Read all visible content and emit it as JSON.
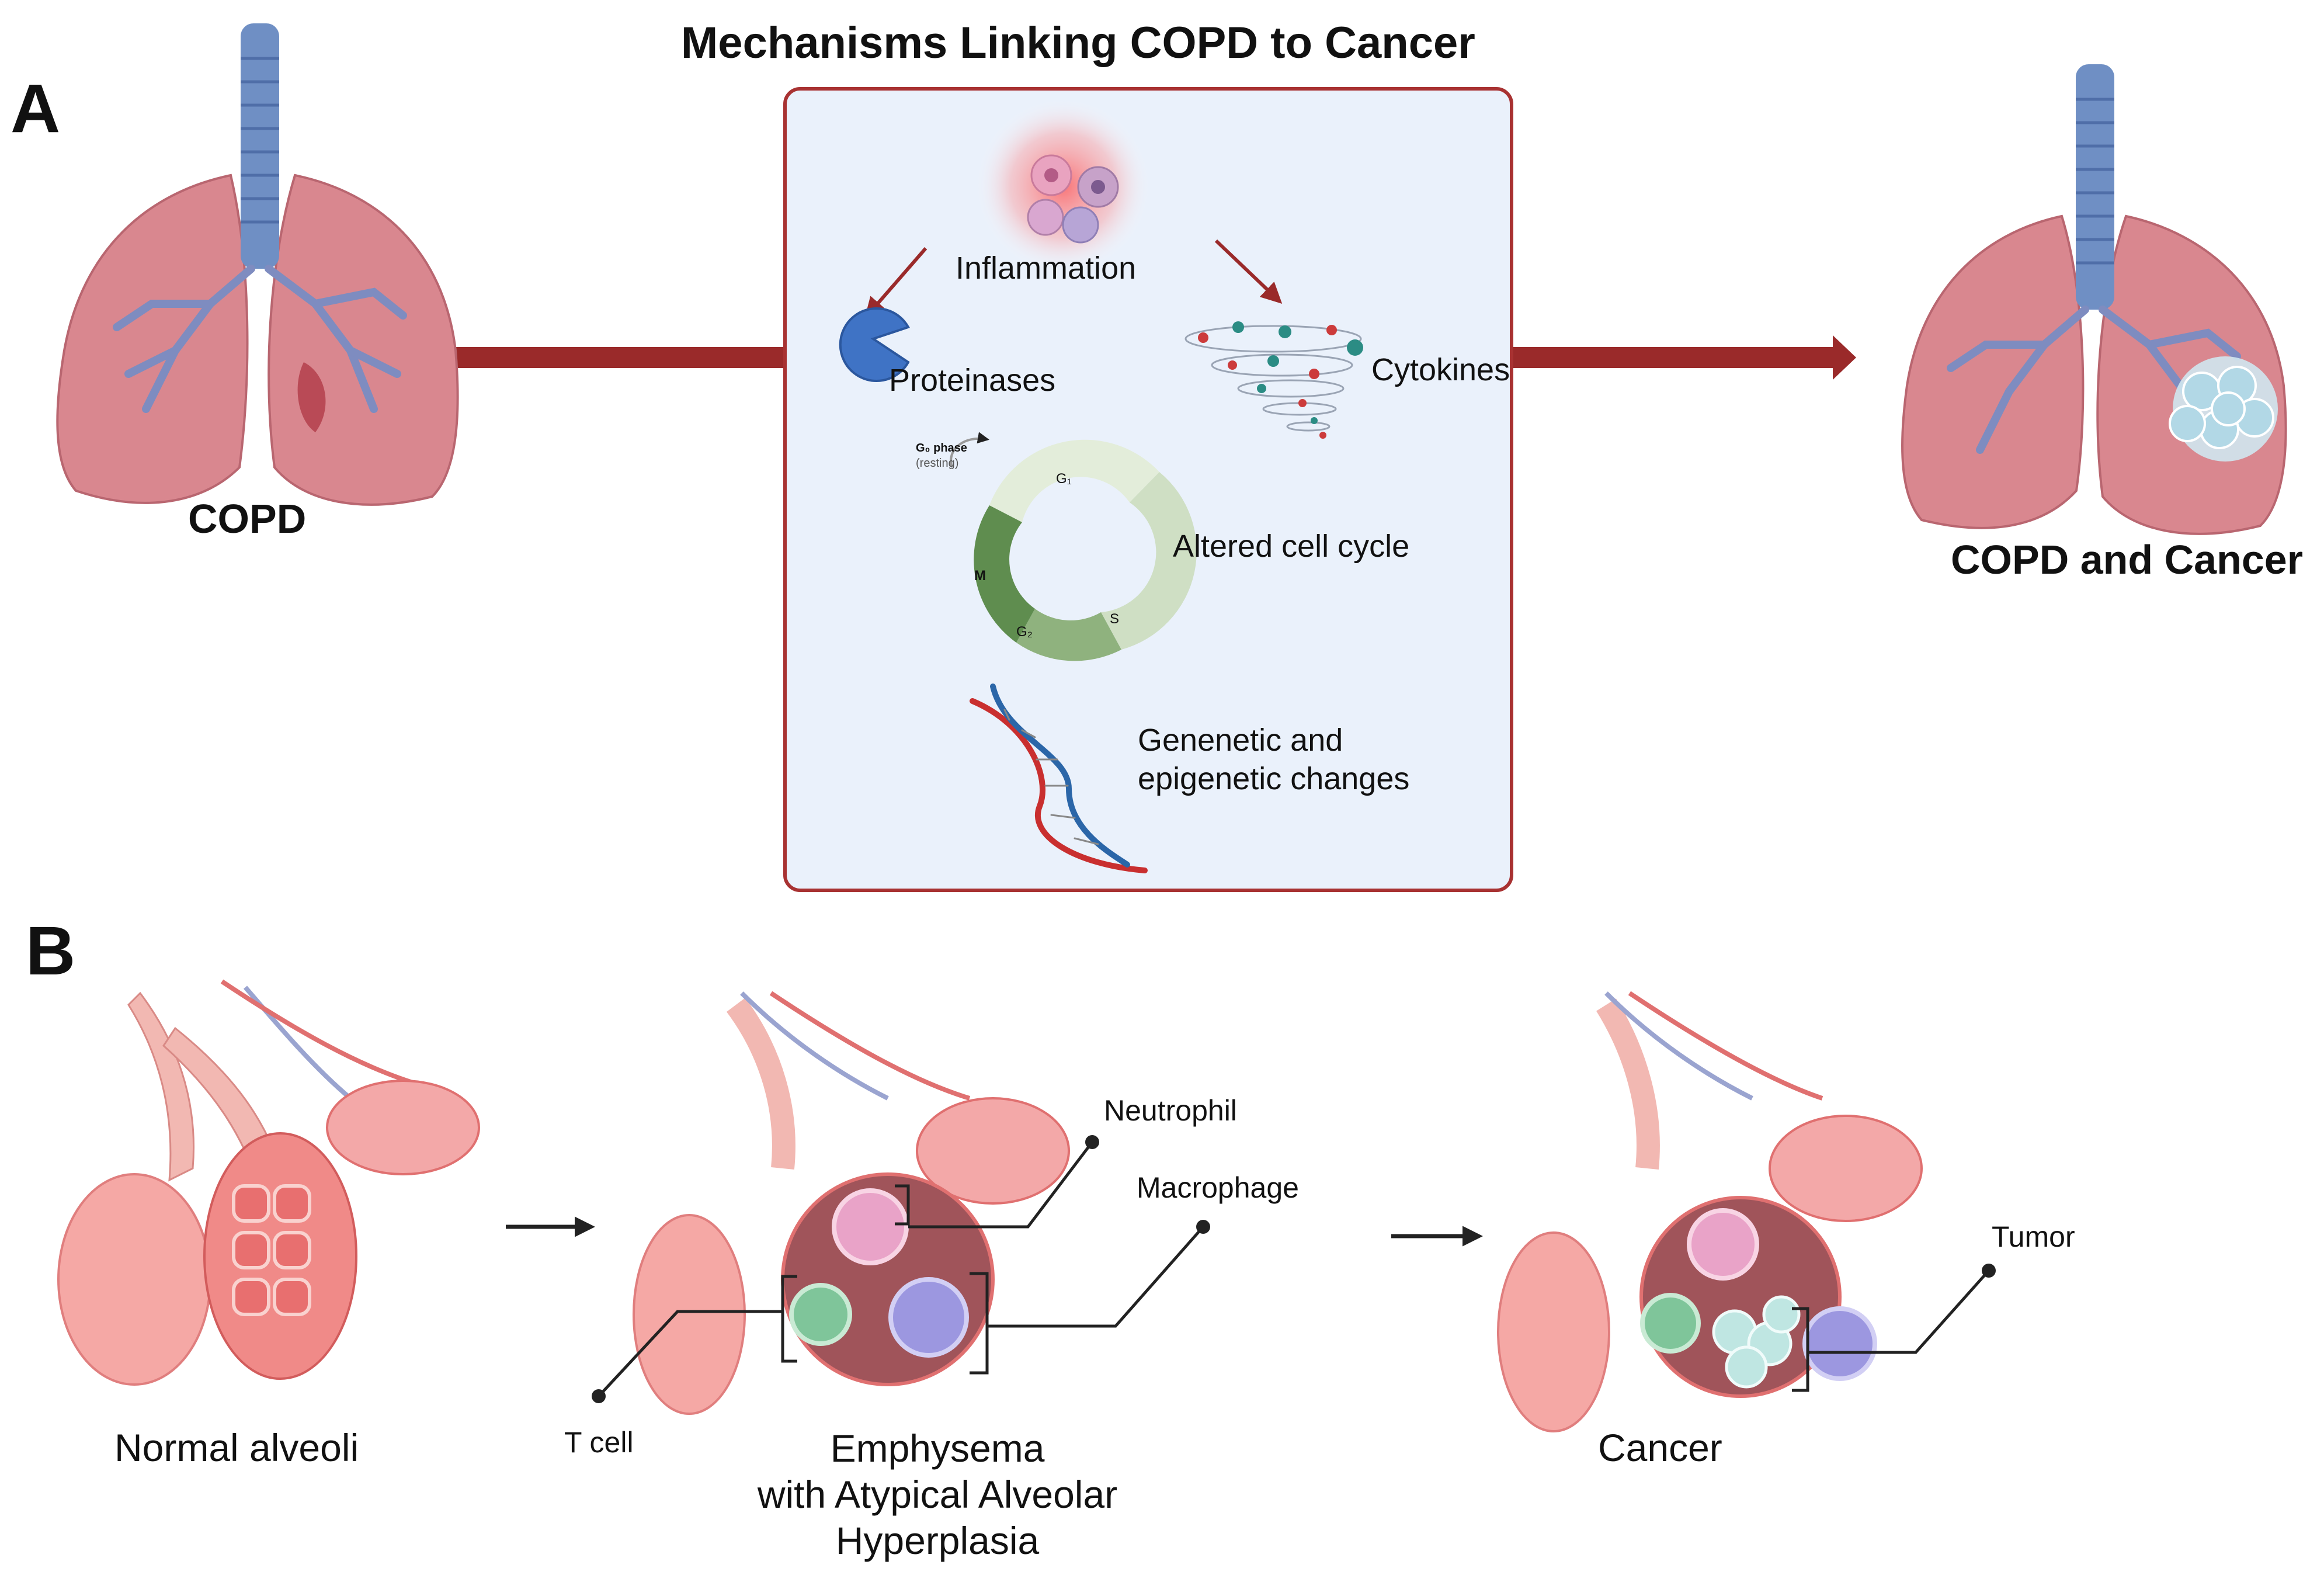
{
  "figure": {
    "panel_a": {
      "letter": "A",
      "title": "Mechanisms Linking COPD to Cancer",
      "left_label": "COPD",
      "right_label": "COPD and Cancer",
      "mechanisms": {
        "inflammation": "Inflammation",
        "proteinases": "Proteinases",
        "cytokines": "Cytokines",
        "cell_cycle": "Altered cell cycle",
        "genetic_line1": "Genenetic and",
        "genetic_line2": "epigenetic changes"
      },
      "cell_cycle_phases": {
        "g0": "G₀ phase",
        "resting": "(resting)",
        "g1": "G₁",
        "s": "S",
        "g2": "G₂",
        "m": "M"
      }
    },
    "panel_b": {
      "letter": "B",
      "stage1": "Normal alveoli",
      "stage2_line1": "Emphysema",
      "stage2_line2": "with Atypical Alveolar",
      "stage2_line3": "Hyperplasia",
      "stage3": "Cancer",
      "callouts": {
        "neutrophil": "Neutrophil",
        "macrophage": "Macrophage",
        "tcell": "T cell",
        "tumor": "Tumor"
      }
    }
  },
  "colors": {
    "arrow_red": "#9a2a2a",
    "box_border": "#a83232",
    "box_fill": "#eaf1fb",
    "lung": "#d9878f",
    "trachea": "#6f8fc4",
    "alveoli": "#f0a0a0"
  }
}
